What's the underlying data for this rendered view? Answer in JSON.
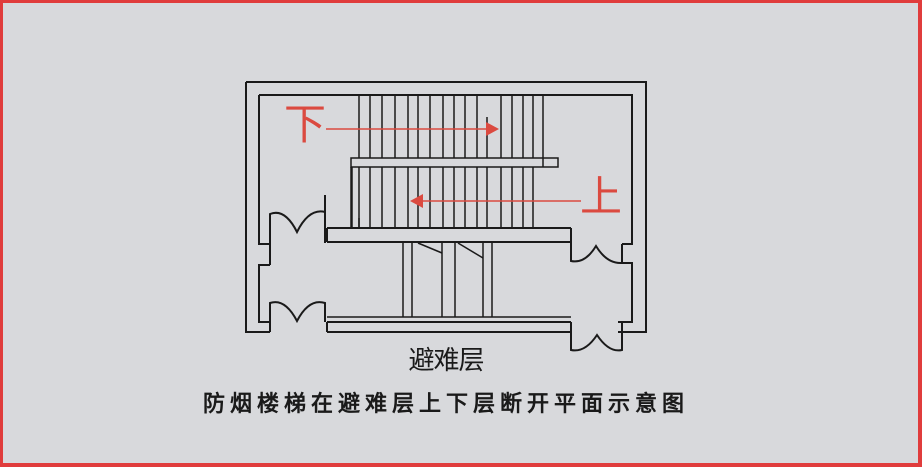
{
  "diagram": {
    "floor_label": "避难层",
    "title": "防烟楼梯在避难层上下层断开平面示意图",
    "arrow_down_label": "下",
    "arrow_up_label": "上",
    "colors": {
      "background": "#d8d9dc",
      "frame_border": "#e03c3c",
      "wall_lines": "#1a1a1a",
      "arrows": "#db4a40"
    }
  }
}
